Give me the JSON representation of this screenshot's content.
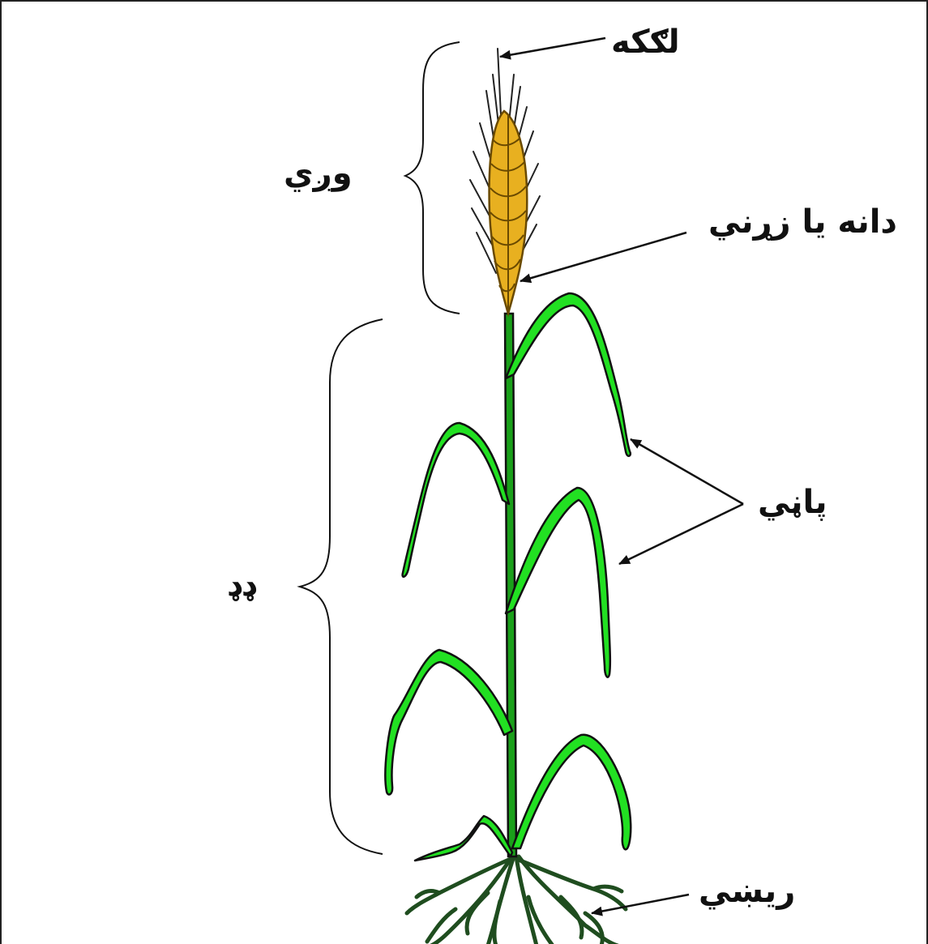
{
  "labels": {
    "awn": "لګکه",
    "head": "وږي",
    "grain": "دانه یا زړني",
    "leaves": "پاڼي",
    "stem": "ډډ",
    "roots": "ريښي"
  },
  "colors": {
    "leaf": "#22e022",
    "leaf_dark": "#0a6a0a",
    "stem": "#1aa01a",
    "grain": "#e8b020",
    "root": "#1f4d1f",
    "outline": "#111111"
  }
}
